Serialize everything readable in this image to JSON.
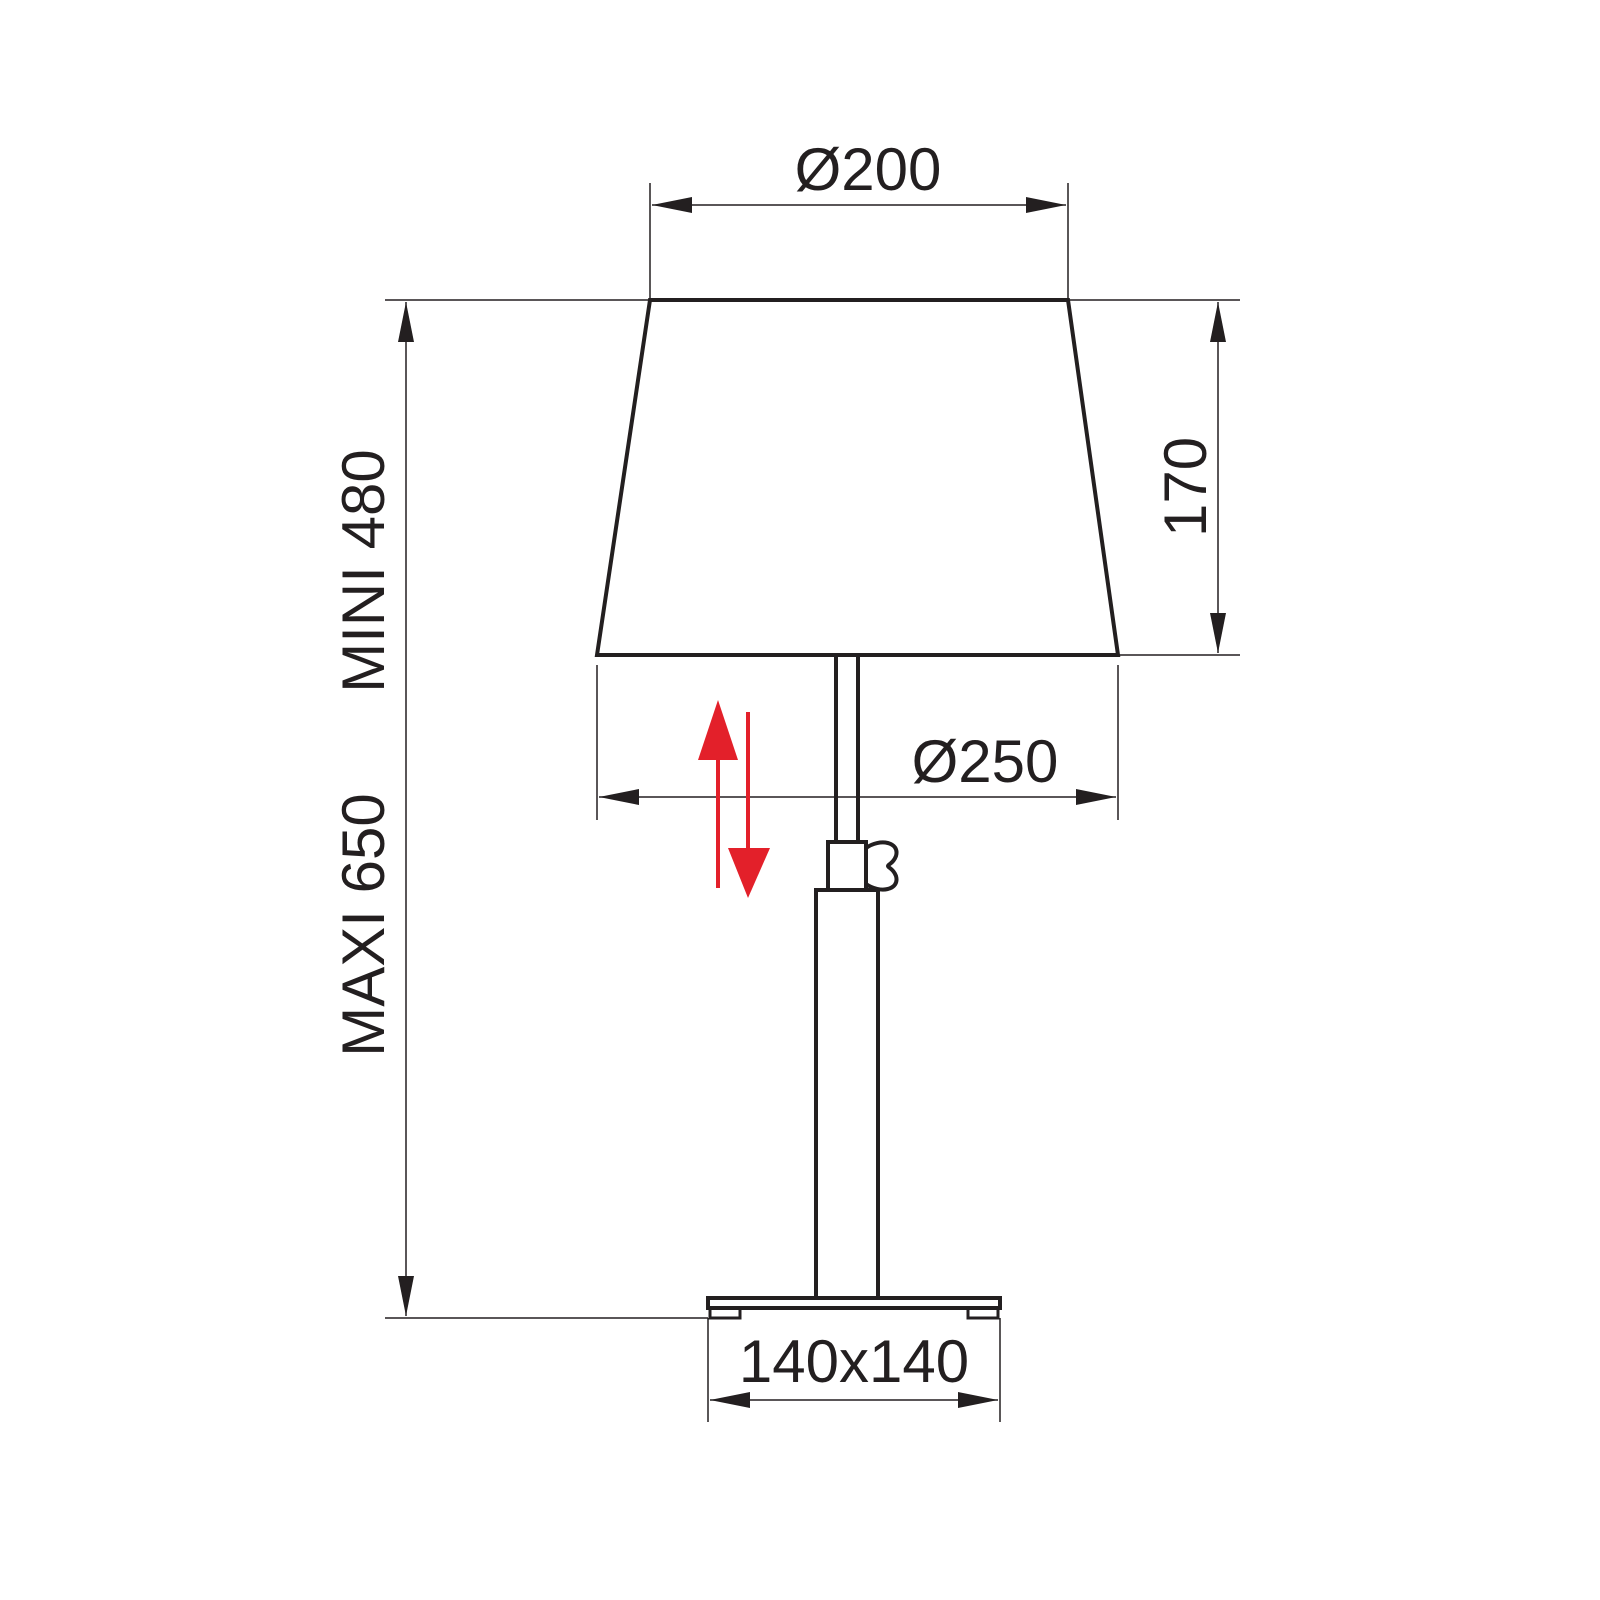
{
  "dimensions": {
    "top_diameter": "Ø200",
    "shade_height": "170",
    "bottom_diameter": "Ø250",
    "min_height": "MINI 480",
    "max_height": "MAXI 650",
    "base_size": "140x140"
  },
  "colors": {
    "line": "#231f20",
    "adjust_arrow": "#e3202a"
  },
  "icons": {
    "height_adjust": "up-down-arrows-icon"
  }
}
